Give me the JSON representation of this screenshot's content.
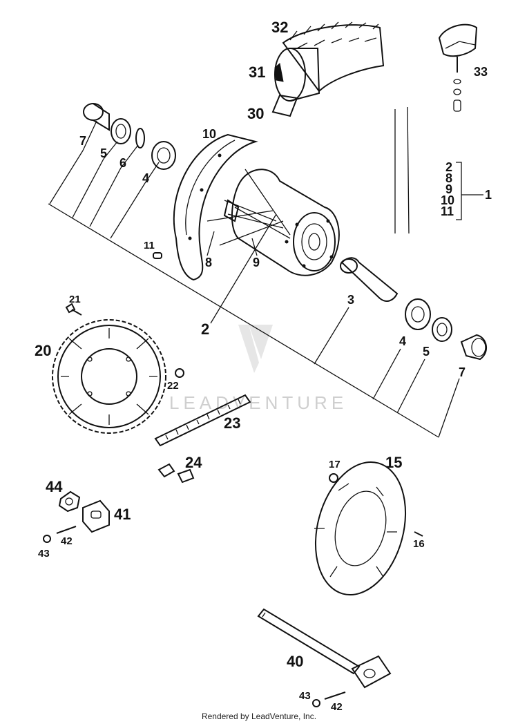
{
  "labels": {
    "p1": "1",
    "p2a": "2",
    "p2b": "2",
    "p3": "3",
    "p4a": "4",
    "p4b": "4",
    "p5a": "5",
    "p5b": "5",
    "p6": "6",
    "p7a": "7",
    "p7b": "7",
    "p8": "8",
    "p9": "9",
    "p10": "10",
    "p11": "11",
    "p15": "15",
    "p16": "16",
    "p17": "17",
    "p20": "20",
    "p21": "21",
    "p22": "22",
    "p23": "23",
    "p24": "24",
    "p30": "30",
    "p31": "31",
    "p32": "32",
    "p33": "33",
    "p40": "40",
    "p41": "41",
    "p42a": "42",
    "p42b": "42",
    "p43a": "43",
    "p43b": "43",
    "p44": "44"
  },
  "kit_list": [
    "2",
    "8",
    "9",
    "10",
    "11"
  ],
  "kit_number": "1",
  "watermark": "LEADVENTURE",
  "footer": "Rendered by LeadVenture, Inc."
}
